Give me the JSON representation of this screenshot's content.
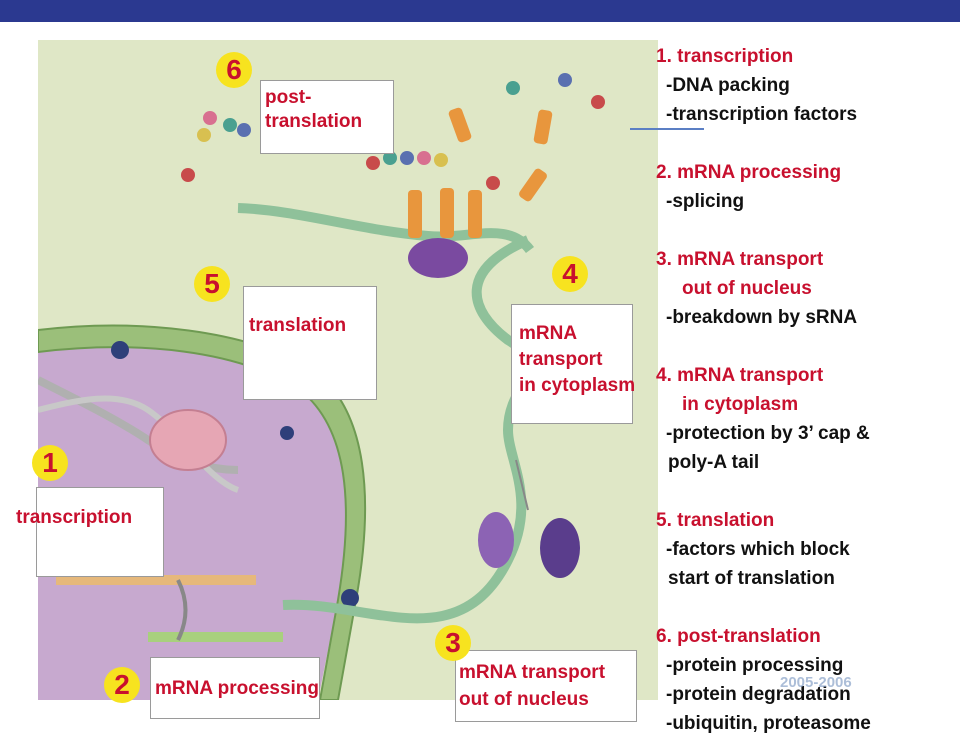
{
  "steps": [
    {
      "number": "1",
      "label": "transcription"
    },
    {
      "number": "2",
      "label": "mRNA processing"
    },
    {
      "number": "3",
      "label": "mRNA transport\nout of nucleus"
    },
    {
      "number": "4",
      "label": "mRNA\ntransport\nin cytoplasm"
    },
    {
      "number": "5",
      "label": "translation"
    },
    {
      "number": "6",
      "label": "post-\ntranslation"
    }
  ],
  "legend": [
    {
      "heading": "1. transcription",
      "subs": [
        "-DNA packing",
        "-transcription factors"
      ]
    },
    {
      "heading": "2. mRNA processing",
      "subs": [
        "-splicing"
      ]
    },
    {
      "heading": "3. mRNA transport",
      "heading2": "    out of nucleus",
      "subs": [
        "-breakdown by sRNA"
      ]
    },
    {
      "heading": "4. mRNA transport",
      "heading2": "    in cytoplasm",
      "subs": [
        "-protection by 3’ cap &",
        "  poly-A tail"
      ]
    },
    {
      "heading": "5. translation",
      "subs": [
        "-factors which block",
        "  start of translation"
      ]
    },
    {
      "heading": "6. post-translation",
      "subs": [
        "-protein processing",
        "-protein degradation",
        "-ubiquitin, proteasome"
      ]
    }
  ],
  "watermark": "2005-2006",
  "colors": {
    "accent_red": "#c8102e",
    "badge_yellow": "#f7e31f",
    "nucleus_purple": "#c7a9cf",
    "membrane_green": "#9bbf7a",
    "top_bar": "#2b3990"
  }
}
